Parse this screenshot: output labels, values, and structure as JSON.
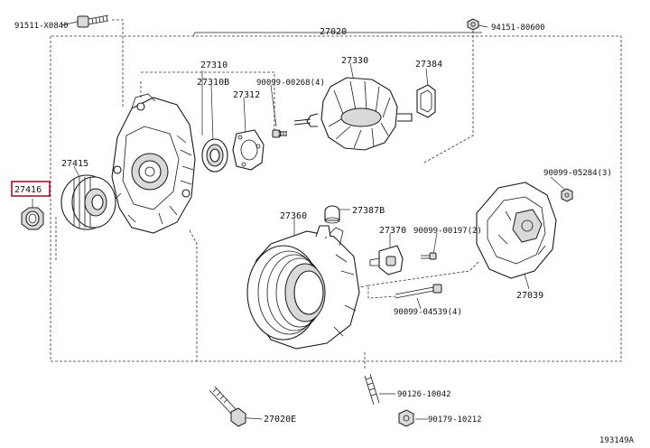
{
  "diagram": {
    "highlight_color": "#b0102a",
    "figure_code": "193149A",
    "labels": [
      {
        "id": "p91511",
        "text": "91511-X0840"
      },
      {
        "id": "p27020",
        "text": "27020"
      },
      {
        "id": "p94151",
        "text": "94151-80600"
      },
      {
        "id": "p27310",
        "text": "27310"
      },
      {
        "id": "p27310b",
        "text": "27310B"
      },
      {
        "id": "p27312",
        "text": "27312"
      },
      {
        "id": "p90099_00268",
        "text": "90099-00268(4)"
      },
      {
        "id": "p27330",
        "text": "27330"
      },
      {
        "id": "p27384",
        "text": "27384"
      },
      {
        "id": "p27415",
        "text": "27415"
      },
      {
        "id": "p27416",
        "text": "27416"
      },
      {
        "id": "p90099_05284",
        "text": "90099-05284(3)"
      },
      {
        "id": "p27387b",
        "text": "27387B"
      },
      {
        "id": "p27360",
        "text": "27360"
      },
      {
        "id": "p27370",
        "text": "27370"
      },
      {
        "id": "p90099_00197",
        "text": "90099-00197(2)"
      },
      {
        "id": "p27039",
        "text": "27039"
      },
      {
        "id": "p90099_04539",
        "text": "90099-04539(4)"
      },
      {
        "id": "p90126",
        "text": "90126-10042"
      },
      {
        "id": "p27020e",
        "text": "27020E"
      },
      {
        "id": "p90179",
        "text": "90179-10212"
      }
    ]
  }
}
